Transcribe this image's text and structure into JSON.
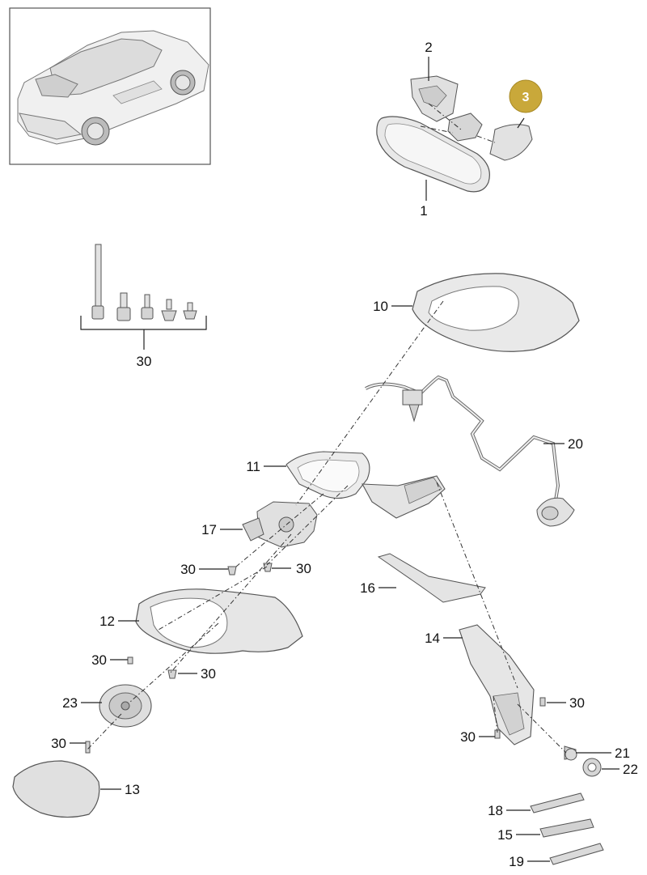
{
  "callouts": {
    "c1": "1",
    "c2": "2",
    "c3": "3",
    "c10": "10",
    "c11": "11",
    "c12": "12",
    "c13": "13",
    "c14": "14",
    "c15": "15",
    "c16": "16",
    "c17": "17",
    "c18": "18",
    "c19": "19",
    "c20": "20",
    "c21": "21",
    "c22": "22",
    "c23": "23",
    "c30": "30"
  },
  "colors": {
    "highlight": "#c9a83a",
    "line": "#222222",
    "part_fill": "#ebebeb"
  },
  "icons": {
    "vehicle": "car-overview-icon"
  }
}
